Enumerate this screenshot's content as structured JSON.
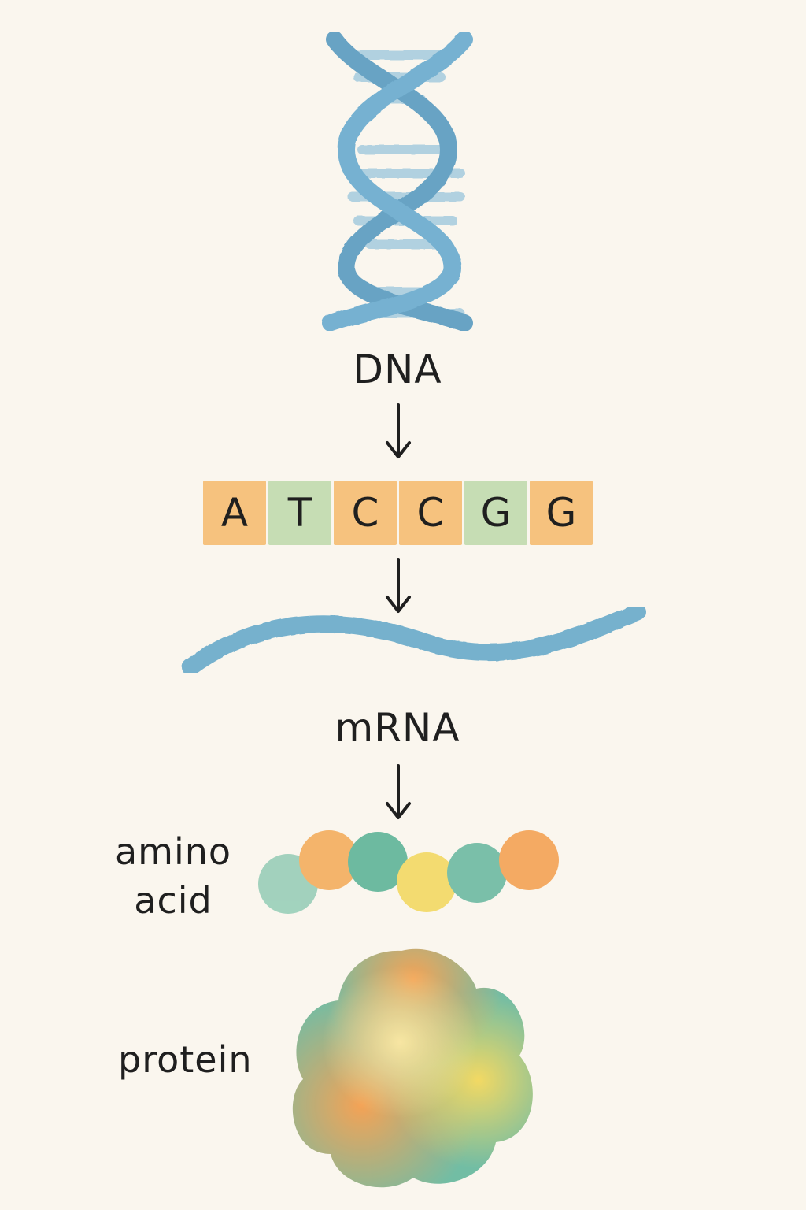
{
  "labels": {
    "dna": "DNA",
    "mrna": "mRNA",
    "amino_line1": "amino",
    "amino_line2": "acid",
    "protein": "protein"
  },
  "sequence": [
    {
      "letter": "A",
      "color": "#f6c27e"
    },
    {
      "letter": "T",
      "color": "#c6ddb4"
    },
    {
      "letter": "C",
      "color": "#f6c27e"
    },
    {
      "letter": "C",
      "color": "#f6c27e"
    },
    {
      "letter": "G",
      "color": "#c6ddb4"
    },
    {
      "letter": "G",
      "color": "#f6c27e"
    }
  ],
  "colors": {
    "dna_blue": "#5a9fc4",
    "orange": "#f39a45",
    "teal": "#64b79a",
    "yellow": "#f2d655",
    "mint": "#8fcab3",
    "ink": "#1f1f1f"
  },
  "icons": {
    "dna_helix": "dna-helix-icon",
    "mrna_strand": "mrna-strand-icon",
    "amino_chain": "amino-acid-chain-icon",
    "protein_blob": "protein-blob-icon",
    "arrow": "arrow-down-icon"
  }
}
